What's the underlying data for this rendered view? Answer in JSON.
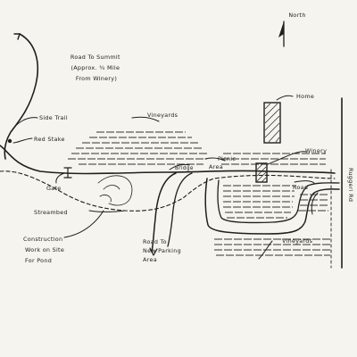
{
  "map": {
    "north_label": "North",
    "labels": {
      "road_to_summit": [
        "Road To Summit",
        "(Approx. ¾ Mile",
        "From Winery)"
      ],
      "side_trail": "Side Trail",
      "red_stake": "Red Stake",
      "vineyards_top": "Vineyards",
      "home": "Home",
      "winery": "Winery",
      "picnic_area": [
        "Picnic",
        "Area"
      ],
      "bridge": "Bridge",
      "gate": "Gate",
      "streambed": "Streambed",
      "construction": [
        "Construction",
        "Work on Site",
        "For Pond"
      ],
      "road_new_parking": [
        "Road To",
        "New Parking",
        "Area"
      ],
      "road": "Road",
      "vineyards_bottom": "Vineyards",
      "side_road": "Ruggeri Rd"
    }
  }
}
